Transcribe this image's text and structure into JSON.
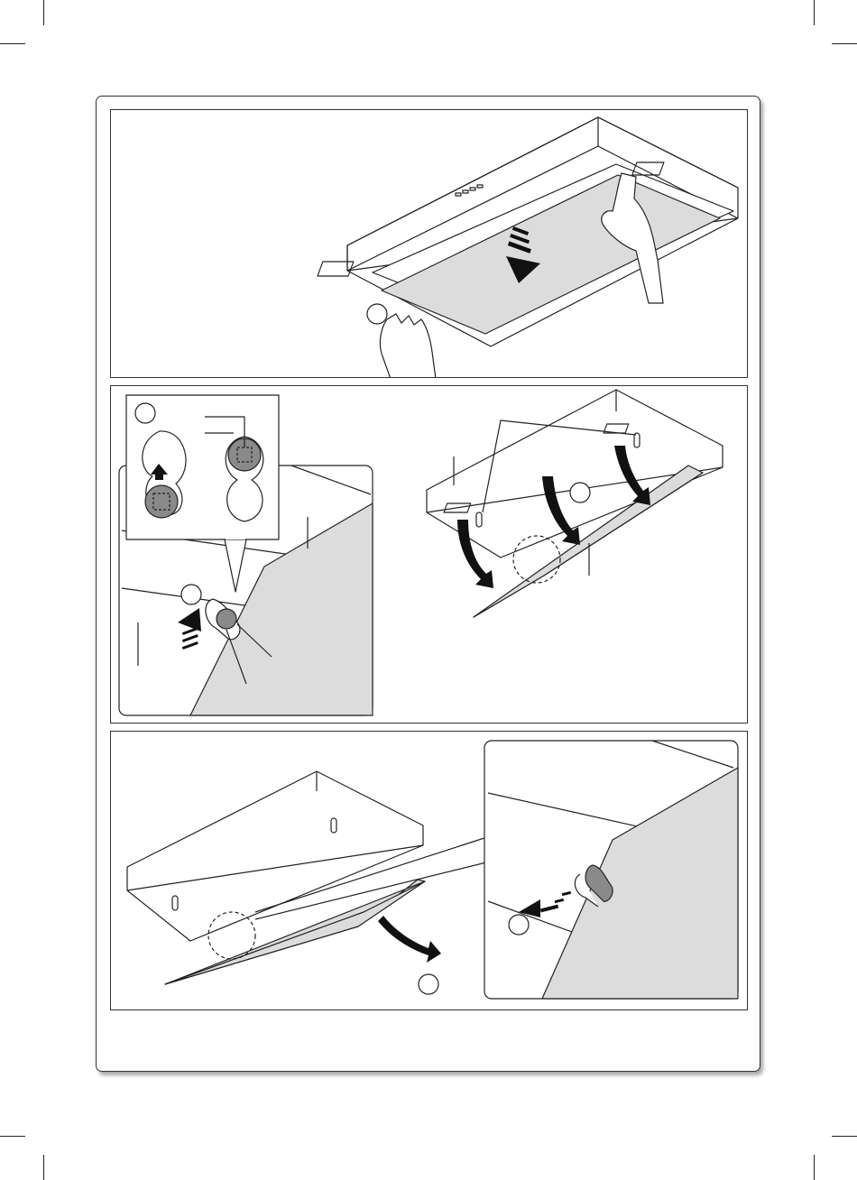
{
  "document": {
    "panels": [
      {
        "id": "panel-1",
        "step_marker": "",
        "description": ""
      },
      {
        "id": "panel-2",
        "step_marker": "",
        "inset_marker": "",
        "step_marker_b": ""
      },
      {
        "id": "panel-3",
        "step_marker": "",
        "step_marker_b": ""
      }
    ]
  },
  "icons": {
    "push_arrow": "down-arrow-icon",
    "lift_arrow": "up-arrow-icon",
    "slide_arrow": "left-arrow-icon",
    "swing_arrow": "curved-arrow-icon"
  },
  "colors": {
    "line": "#222222",
    "panel_fill": "#dcdcdc",
    "tab_fill": "#8a8a8a",
    "arrow": "#111111"
  }
}
